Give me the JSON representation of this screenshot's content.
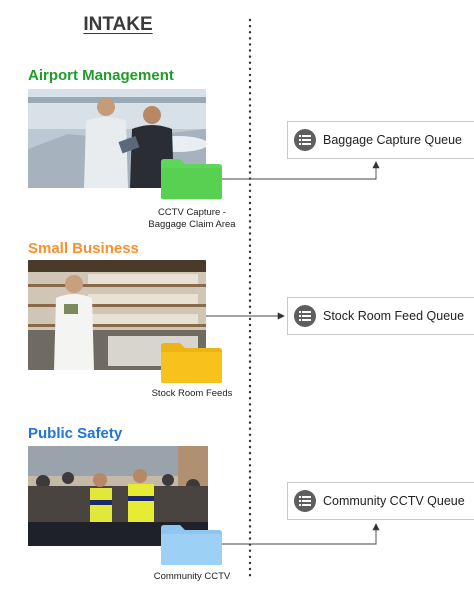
{
  "title": "INTAKE",
  "sections": [
    {
      "heading": "Airport Management",
      "heading_color": "#1f9d2a",
      "folder_label": "CCTV Capture - Baggage Claim Area",
      "folder_color": "#5fd65a",
      "folder_icon": "folder-icon",
      "photo": "airport-workers-photo",
      "queue_label": "Baggage Capture Queue",
      "queue_icon": "queue-list-icon"
    },
    {
      "heading": "Small Business",
      "heading_color": "#f5922f",
      "folder_label": "Stock Room Feeds",
      "folder_color": "#f7c21b",
      "folder_icon": "folder-icon",
      "photo": "pharmacy-worker-photo",
      "queue_label": "Stock Room Feed Queue",
      "queue_icon": "queue-list-icon"
    },
    {
      "heading": "Public Safety",
      "heading_color": "#1f73d9",
      "folder_label": "Community CCTV",
      "folder_color": "#9cd0f5",
      "folder_icon": "folder-icon",
      "photo": "police-crowd-photo",
      "queue_label": "Community CCTV Queue",
      "queue_icon": "queue-list-icon"
    }
  ]
}
